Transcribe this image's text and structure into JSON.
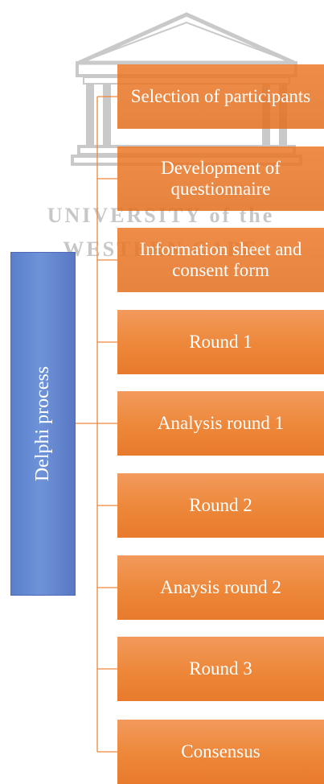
{
  "watermark": {
    "line1": "UNIVERSITY of the",
    "line2": "WESTERN CAPE"
  },
  "root": {
    "label": "Delphi process"
  },
  "steps": [
    {
      "label": "Selection of participants"
    },
    {
      "label": "Development of questionnaire"
    },
    {
      "label": "Information sheet and consent form"
    },
    {
      "label": "Round 1"
    },
    {
      "label": "Analysis round 1"
    },
    {
      "label": "Round 2"
    },
    {
      "label": "Anaysis round 2"
    },
    {
      "label": "Round 3"
    },
    {
      "label": "Consensus"
    }
  ],
  "colors": {
    "root_fill": "#6f93d8",
    "step_fill": "#ed8739",
    "connector": "#ed8739"
  }
}
